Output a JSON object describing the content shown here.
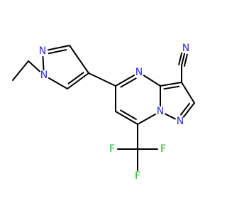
{
  "colors": {
    "carbon": "#000000",
    "nitrogen": "#2d2df0",
    "fluorine": "#19b319",
    "background": "#ffffff"
  },
  "atoms": [
    {
      "id": "c_me",
      "element": "C",
      "label": ""
    },
    {
      "id": "c_et",
      "element": "C",
      "label": ""
    },
    {
      "id": "n1p",
      "element": "N",
      "label": "N"
    },
    {
      "id": "n2p",
      "element": "N",
      "label": "N"
    },
    {
      "id": "c3p",
      "element": "C",
      "label": ""
    },
    {
      "id": "c4p",
      "element": "C",
      "label": ""
    },
    {
      "id": "c5p",
      "element": "C",
      "label": ""
    },
    {
      "id": "c5",
      "element": "C",
      "label": ""
    },
    {
      "id": "n4",
      "element": "N",
      "label": "N"
    },
    {
      "id": "c3a",
      "element": "C",
      "label": ""
    },
    {
      "id": "c6",
      "element": "C",
      "label": ""
    },
    {
      "id": "c7",
      "element": "C",
      "label": ""
    },
    {
      "id": "n8",
      "element": "N",
      "label": "N"
    },
    {
      "id": "n1",
      "element": "N",
      "label": "N"
    },
    {
      "id": "c2",
      "element": "C",
      "label": ""
    },
    {
      "id": "c3",
      "element": "C",
      "label": ""
    },
    {
      "id": "c_cn",
      "element": "C",
      "label": ""
    },
    {
      "id": "n_cn",
      "element": "N",
      "label": "N"
    },
    {
      "id": "c_cf3",
      "element": "C",
      "label": ""
    },
    {
      "id": "f1",
      "element": "F",
      "label": "F"
    },
    {
      "id": "f2",
      "element": "F",
      "label": "F"
    },
    {
      "id": "f3",
      "element": "F",
      "label": "F"
    }
  ],
  "bonds": [
    {
      "a": "c_me",
      "b": "c_et",
      "order": 1
    },
    {
      "a": "c_et",
      "b": "n1p",
      "order": 1
    },
    {
      "a": "n1p",
      "b": "n2p",
      "order": 1
    },
    {
      "a": "n2p",
      "b": "c3p",
      "order": 2
    },
    {
      "a": "c3p",
      "b": "c4p",
      "order": 1
    },
    {
      "a": "c4p",
      "b": "c5p",
      "order": 2
    },
    {
      "a": "c5p",
      "b": "n1p",
      "order": 1
    },
    {
      "a": "c4p",
      "b": "c5",
      "order": 1
    },
    {
      "a": "c5",
      "b": "n4",
      "order": 2
    },
    {
      "a": "n4",
      "b": "c3a",
      "order": 1
    },
    {
      "a": "c3a",
      "b": "n8",
      "order": 1
    },
    {
      "a": "n8",
      "b": "c7",
      "order": 1
    },
    {
      "a": "c7",
      "b": "c6",
      "order": 2
    },
    {
      "a": "c6",
      "b": "c5",
      "order": 1
    },
    {
      "a": "n8",
      "b": "n1",
      "order": 1
    },
    {
      "a": "n1",
      "b": "c2",
      "order": 2
    },
    {
      "a": "c2",
      "b": "c3",
      "order": 1
    },
    {
      "a": "c3",
      "b": "c3a",
      "order": 2
    },
    {
      "a": "c3",
      "b": "c_cn",
      "order": 1
    },
    {
      "a": "c_cn",
      "b": "n_cn",
      "order": 3
    },
    {
      "a": "c7",
      "b": "c_cf3",
      "order": 1
    },
    {
      "a": "c_cf3",
      "b": "f1",
      "order": 1
    },
    {
      "a": "c_cf3",
      "b": "f2",
      "order": 1
    },
    {
      "a": "c_cf3",
      "b": "f3",
      "order": 1
    }
  ]
}
